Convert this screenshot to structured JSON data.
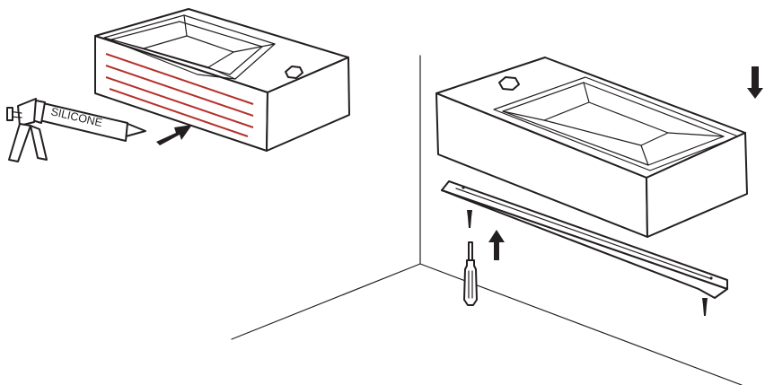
{
  "gun_label": "SILICONE",
  "colors": {
    "line": "#231f20",
    "silicone_bead": "#b5312a",
    "background": "#ffffff"
  },
  "icons": [
    "silicone-gun",
    "push-arrow",
    "down-arrow",
    "up-arrow",
    "screwdriver",
    "screw",
    "wall-bracket",
    "washbasin"
  ]
}
